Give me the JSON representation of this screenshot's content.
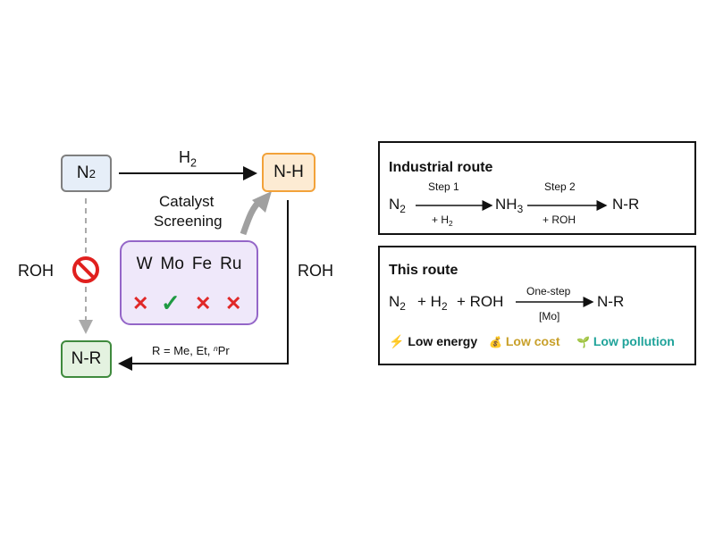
{
  "nodes": {
    "n2": {
      "main": "N",
      "sub": "2"
    },
    "nh": "N-H",
    "nr": "N-R"
  },
  "labels": {
    "h2_main": "H",
    "h2_sub": "2",
    "catalyst_line1": "Catalyst",
    "catalyst_line2": "Screening",
    "roh_left": "ROH",
    "roh_right": "ROH",
    "r_groups_prefix": "R = Me, Et, ",
    "r_groups_sup": "n",
    "r_groups_suffix": "Pr"
  },
  "catalysts": [
    {
      "metal": "W",
      "result": "✕"
    },
    {
      "metal": "Mo",
      "result": "✓"
    },
    {
      "metal": "Fe",
      "result": "✕"
    },
    {
      "metal": "Ru",
      "result": "✕"
    }
  ],
  "industrial": {
    "title": "Industrial route",
    "start_main": "N",
    "start_sub": "2",
    "step1_above": "Step 1",
    "step1_below_main": "+ H",
    "step1_below_sub": "2",
    "mid_main": "NH",
    "mid_sub": "3",
    "step2_above": "Step 2",
    "step2_below": "+ ROH",
    "product": "N-R"
  },
  "this_route": {
    "title": "This route",
    "reactant_n2_main": "N",
    "reactant_n2_sub": "2",
    "plus1": "+ H",
    "plus1_sub": "2",
    "plus2": "+ ROH",
    "arrow_above": "One-step",
    "arrow_below": "[Mo]",
    "product": "N-R"
  },
  "benefits": [
    {
      "icon": "⚡",
      "text": "Low energy",
      "color": "#111111"
    },
    {
      "icon": "💰",
      "text": "Low cost",
      "color": "#c8a02a"
    },
    {
      "icon": "🌱",
      "text": "Low pollution",
      "color": "#1fa39a"
    }
  ],
  "colors": {
    "n2_fill": "#e6eef8",
    "nh_fill": "#fdebd3",
    "nh_border": "#f2a23a",
    "nr_fill": "#e4f2e0",
    "nr_border": "#3f8a3d",
    "catalyst_fill": "#efe8fa",
    "catalyst_border": "#9466c8",
    "cross": "#e02828",
    "check": "#1f9a42",
    "prohibited": "#e0201e"
  }
}
